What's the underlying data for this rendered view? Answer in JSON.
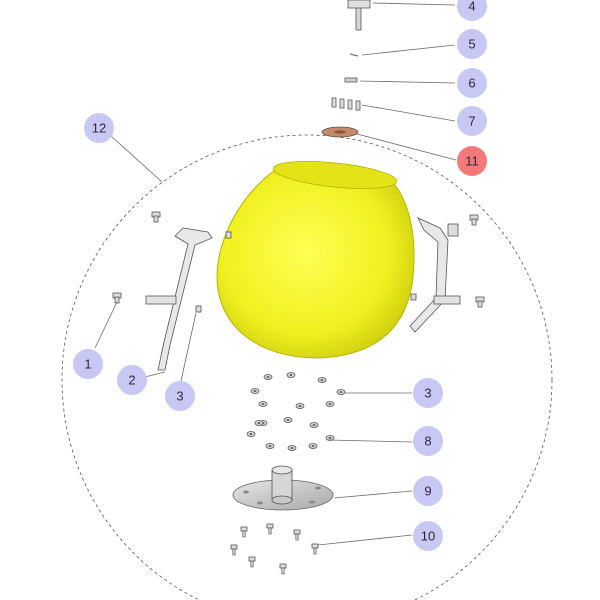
{
  "diagram": {
    "callouts": [
      {
        "id": "c4",
        "label": "4",
        "color": "#c8c8f4",
        "highlight": false
      },
      {
        "id": "c5",
        "label": "5",
        "color": "#c8c8f4",
        "highlight": false
      },
      {
        "id": "c6",
        "label": "6",
        "color": "#c8c8f4",
        "highlight": false
      },
      {
        "id": "c7",
        "label": "7",
        "color": "#c8c8f4",
        "highlight": false
      },
      {
        "id": "c11",
        "label": "11",
        "color": "#f47a7a",
        "highlight": true
      },
      {
        "id": "c12",
        "label": "12",
        "color": "#c8c8f4",
        "highlight": false
      },
      {
        "id": "c1",
        "label": "1",
        "color": "#c8c8f4",
        "highlight": false
      },
      {
        "id": "c2",
        "label": "2",
        "color": "#c8c8f4",
        "highlight": false
      },
      {
        "id": "c3a",
        "label": "3",
        "color": "#c8c8f4",
        "highlight": false
      },
      {
        "id": "c3b",
        "label": "3",
        "color": "#c8c8f4",
        "highlight": false
      },
      {
        "id": "c8",
        "label": "8",
        "color": "#c8c8f4",
        "highlight": false
      },
      {
        "id": "c9",
        "label": "9",
        "color": "#c8c8f4",
        "highlight": false
      },
      {
        "id": "c10",
        "label": "10",
        "color": "#c8c8f4",
        "highlight": false
      }
    ],
    "colors": {
      "drum": "#f5f52a",
      "drum_shade": "#d9d90f",
      "metal": "#c9c9c9",
      "highlight_part": "#c98a6a"
    }
  }
}
